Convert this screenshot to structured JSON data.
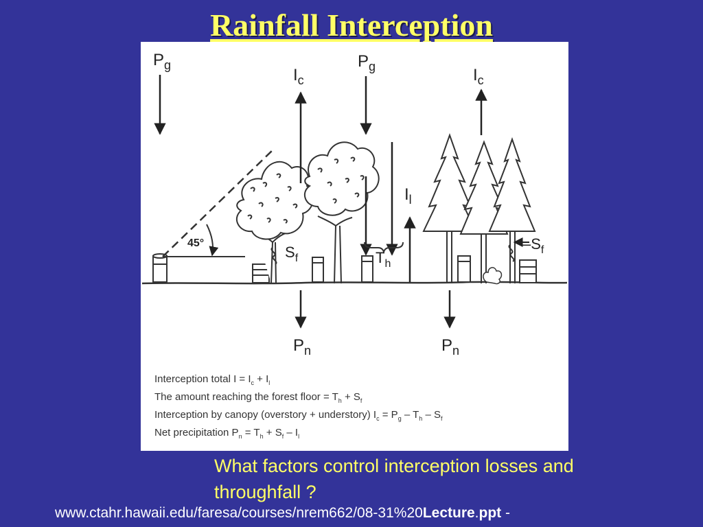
{
  "slide": {
    "title": "Rainfall Interception",
    "question": "What factors control interception losses and throughfall ?",
    "source_prefix": "www.ctahr.hawaii.edu/faresa/courses/nrem662/08-31%20",
    "source_bold": "Lecture",
    "source_mid": ".",
    "source_bold2": "ppt",
    "source_suffix": " -"
  },
  "diagram": {
    "labels": {
      "pg_left": "P",
      "pg_left_sub": "g",
      "ic_left": "I",
      "ic_left_sub": "c",
      "pg_mid": "P",
      "pg_mid_sub": "g",
      "ic_right": "I",
      "ic_right_sub": "c",
      "il": "I",
      "il_sub": "l",
      "angle": "45°",
      "sf_left": "S",
      "sf_left_sub": "f",
      "th": "T",
      "th_sub": "h",
      "sf_right": "–S",
      "sf_right_sub": "f",
      "pn_left": "P",
      "pn_left_sub": "n",
      "pn_right": "P",
      "pn_right_sub": "n"
    },
    "equations": [
      {
        "parts": [
          "Interception total I = I",
          "c",
          " + I",
          "l"
        ]
      },
      {
        "parts": [
          "The amount reaching the forest floor = T",
          "h",
          " + S",
          "f"
        ]
      },
      {
        "parts": [
          "Interception by canopy (overstory + understory) I",
          "c",
          " = P",
          "g",
          " – T",
          "h",
          " – S",
          "f"
        ]
      },
      {
        "parts": [
          "Net precipitation P",
          "n",
          " = T",
          "h",
          " + S",
          "f",
          " – I",
          "l"
        ]
      }
    ]
  }
}
